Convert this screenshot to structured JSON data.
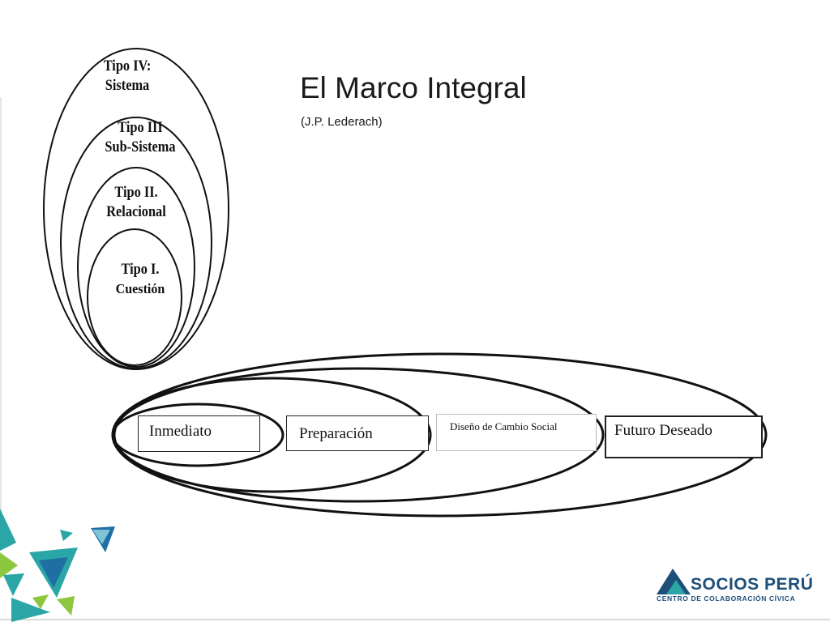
{
  "slide": {
    "title": "El Marco Integral",
    "subtitle": "(J.P. Lederach)"
  },
  "nested_levels": [
    {
      "line1": "Tipo IV:",
      "line2": "Sistema"
    },
    {
      "line1": "Tipo III",
      "line2": "Sub-Sistema"
    },
    {
      "line1": "Tipo II.",
      "line2": "Relacional"
    },
    {
      "line1": "Tipo I.",
      "line2": "Cuestión"
    }
  ],
  "timeline_stages": [
    {
      "label": "Inmediato"
    },
    {
      "label": "Preparación"
    },
    {
      "label": "Diseño de Cambio Social"
    },
    {
      "label": "Futuro Deseado"
    }
  ],
  "logo": {
    "name": "SOCIOS PERÚ",
    "tagline": "CENTRO DE COLABORACIÓN CÍVICA"
  },
  "colors": {
    "brand_navy": "#1d4f7a",
    "deco_teal": "#2aa6a6",
    "deco_green": "#8dc63f",
    "deco_blue": "#1f6fa3"
  }
}
